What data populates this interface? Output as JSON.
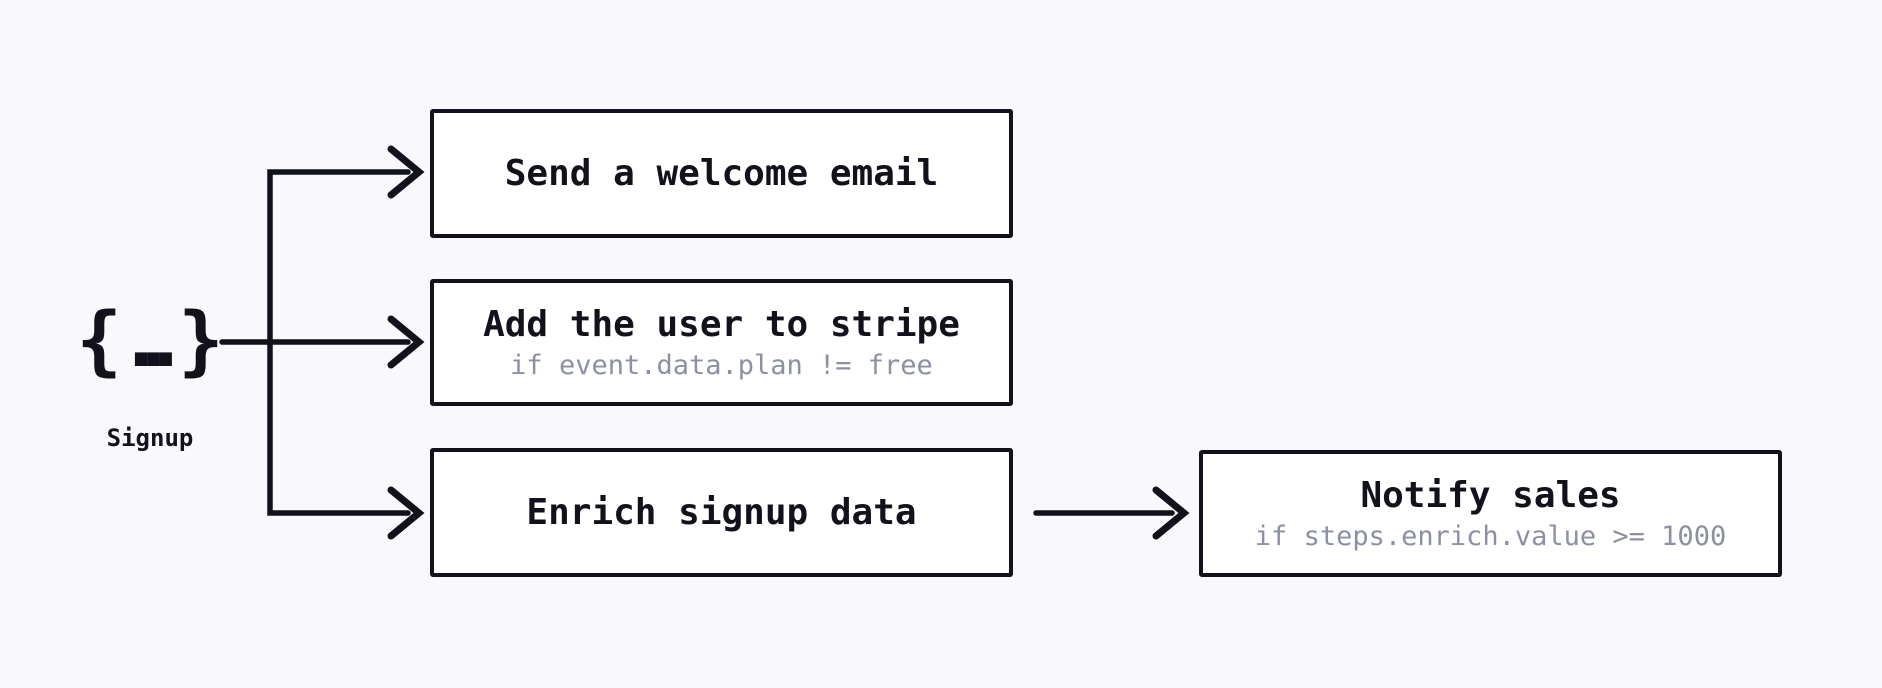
{
  "colors": {
    "background": "#f8f8fd",
    "ink": "#11121c",
    "card_bg": "#ffffff",
    "muted": "#8b90a3"
  },
  "trigger": {
    "icon": "curly-braces-ellipsis-icon",
    "icon_open": "{",
    "icon_dots": "...",
    "icon_close": "}",
    "label": "Signup"
  },
  "steps": [
    {
      "title": "Send a welcome email"
    },
    {
      "title": "Add the user to stripe",
      "condition": "if event.data.plan != free"
    },
    {
      "title": "Enrich signup data"
    },
    {
      "title": "Notify sales",
      "condition": "if steps.enrich.value >= 1000"
    }
  ]
}
